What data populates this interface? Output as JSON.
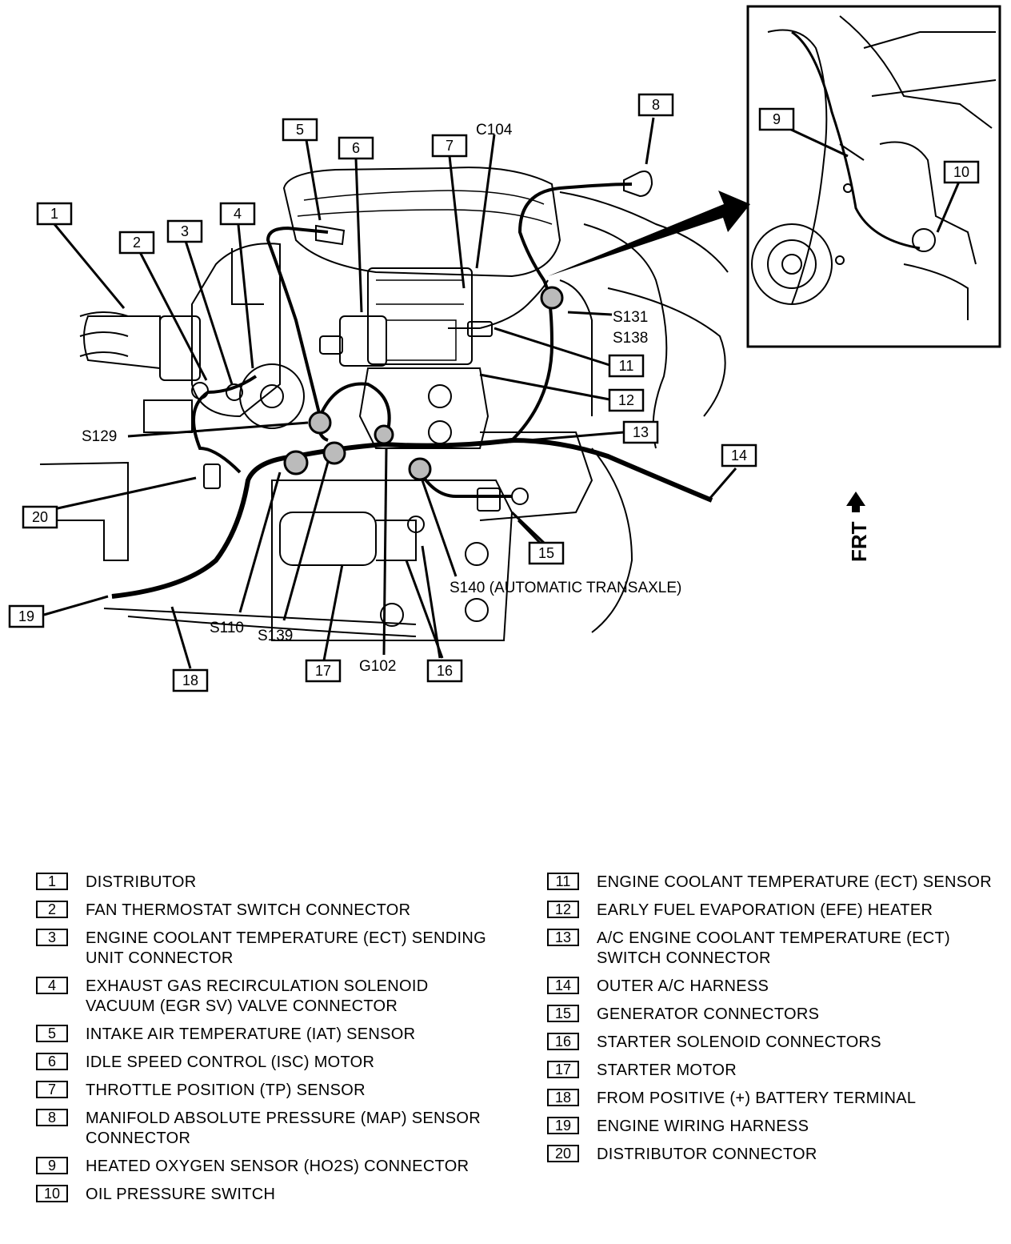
{
  "legend_left": [
    {
      "num": "1",
      "text": "DISTRIBUTOR"
    },
    {
      "num": "2",
      "text": "FAN THERMOSTAT SWITCH CONNECTOR"
    },
    {
      "num": "3",
      "text": "ENGINE COOLANT TEMPERATURE (ECT) SENDING UNIT CONNECTOR"
    },
    {
      "num": "4",
      "text": "EXHAUST GAS RECIRCULATION SOLENOID VACUUM (EGR SV) VALVE CONNECTOR"
    },
    {
      "num": "5",
      "text": "INTAKE AIR TEMPERATURE (IAT) SENSOR"
    },
    {
      "num": "6",
      "text": "IDLE SPEED CONTROL (ISC) MOTOR"
    },
    {
      "num": "7",
      "text": "THROTTLE POSITION (TP) SENSOR"
    },
    {
      "num": "8",
      "text": "MANIFOLD ABSOLUTE PRESSURE (MAP) SENSOR CONNECTOR"
    },
    {
      "num": "9",
      "text": "HEATED OXYGEN SENSOR (HO2S) CONNECTOR"
    },
    {
      "num": "10",
      "text": "OIL PRESSURE SWITCH"
    }
  ],
  "legend_right": [
    {
      "num": "11",
      "text": "ENGINE COOLANT TEMPERATURE (ECT) SENSOR"
    },
    {
      "num": "12",
      "text": "EARLY FUEL EVAPORATION (EFE) HEATER"
    },
    {
      "num": "13",
      "text": "A/C ENGINE COOLANT TEMPERATURE (ECT) SWITCH CONNECTOR"
    },
    {
      "num": "14",
      "text": "OUTER A/C HARNESS"
    },
    {
      "num": "15",
      "text": "GENERATOR CONNECTORS"
    },
    {
      "num": "16",
      "text": "STARTER SOLENOID CONNECTORS"
    },
    {
      "num": "17",
      "text": "STARTER MOTOR"
    },
    {
      "num": "18",
      "text": "FROM POSITIVE (+) BATTERY TERMINAL"
    },
    {
      "num": "19",
      "text": "ENGINE WIRING HARNESS"
    },
    {
      "num": "20",
      "text": "DISTRIBUTOR CONNECTOR"
    }
  ],
  "callouts": {
    "n1": "1",
    "n2": "2",
    "n3": "3",
    "n4": "4",
    "n5": "5",
    "n6": "6",
    "n7": "7",
    "n8": "8",
    "n9": "9",
    "n10": "10",
    "n11": "11",
    "n12": "12",
    "n13": "13",
    "n14": "14",
    "n15": "15",
    "n16": "16",
    "n17": "17",
    "n18": "18",
    "n19": "19",
    "n20": "20"
  },
  "splices": {
    "c104": "C104",
    "s131": "S131",
    "s138": "S138",
    "s129": "S129",
    "s110": "S110",
    "s139": "S139",
    "g102": "G102",
    "s140": "S140 (AUTOMATIC TRANSAXLE)"
  },
  "front_label": "FRT"
}
